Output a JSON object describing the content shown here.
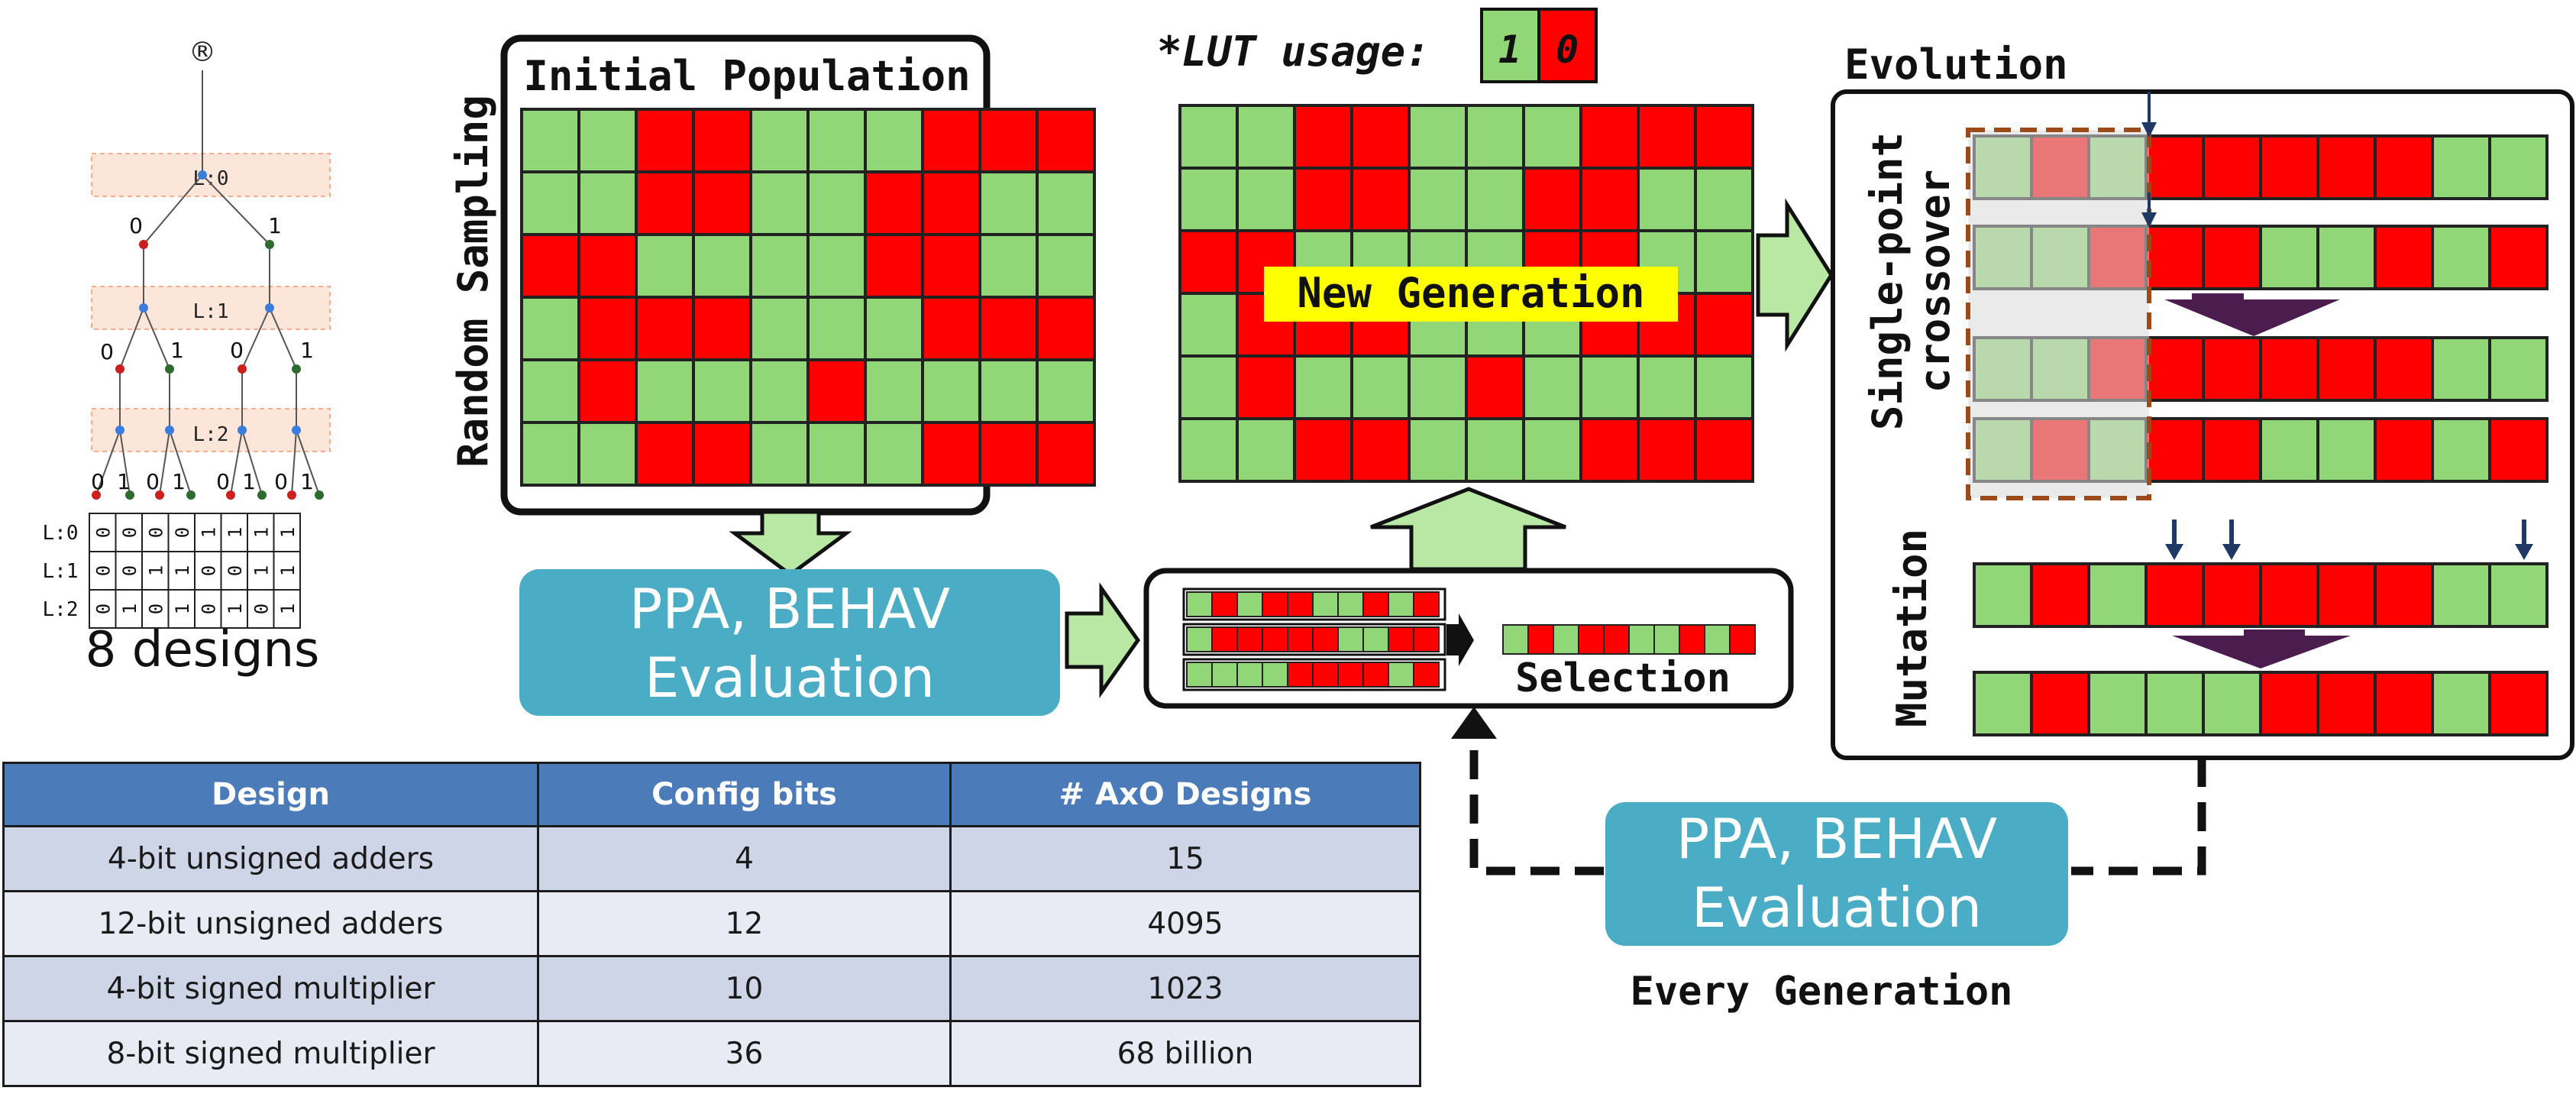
{
  "colors": {
    "lut_used": "#92d777",
    "lut_unused": "#ff0000",
    "cell_border": "#222222",
    "eval_box": "#4bacc6",
    "arrow_fill": "#b9e8a5",
    "arrow_stroke": "#111111",
    "merge_arrow": "#4b1d4f",
    "mutation_marker": "#1f3864",
    "label_bg_yellow": "#ffff00",
    "table_header": "#4b7bb9",
    "table_row_dark": "#cdd5e7",
    "table_row_light": "#e8ebf4"
  },
  "tree": {
    "root_symbol": "®",
    "level_labels": [
      "L:0",
      "L:1",
      "L:2"
    ],
    "branch_labels": [
      "0",
      "1"
    ],
    "config_rows": [
      [
        "L:0",
        "0",
        "0",
        "0",
        "0",
        "1",
        "1",
        "1",
        "1"
      ],
      [
        "L:1",
        "0",
        "0",
        "1",
        "1",
        "0",
        "0",
        "1",
        "1"
      ],
      [
        "L:2",
        "0",
        "1",
        "0",
        "1",
        "0",
        "1",
        "0",
        "1"
      ]
    ],
    "caption": "8 designs"
  },
  "initial_population": {
    "title": "Initial Population",
    "side_label": "Random Sampling",
    "grid": [
      [
        1,
        1,
        0,
        0,
        1,
        1,
        1,
        0,
        0,
        0
      ],
      [
        1,
        1,
        0,
        0,
        1,
        1,
        0,
        0,
        1,
        1
      ],
      [
        0,
        0,
        1,
        1,
        1,
        1,
        0,
        0,
        1,
        1
      ],
      [
        1,
        0,
        0,
        0,
        1,
        1,
        1,
        0,
        0,
        0
      ],
      [
        1,
        0,
        1,
        1,
        1,
        0,
        1,
        1,
        1,
        1
      ],
      [
        1,
        1,
        0,
        0,
        1,
        1,
        1,
        0,
        0,
        0
      ]
    ]
  },
  "lut_usage": {
    "label": "*LUT usage:",
    "used": "1",
    "unused": "0"
  },
  "new_generation": {
    "label": "New Generation",
    "grid": [
      [
        1,
        1,
        0,
        0,
        1,
        1,
        1,
        0,
        0,
        0
      ],
      [
        1,
        1,
        0,
        0,
        1,
        1,
        0,
        0,
        1,
        1
      ],
      [
        0,
        0,
        1,
        1,
        1,
        1,
        0,
        0,
        1,
        1
      ],
      [
        1,
        0,
        0,
        0,
        1,
        1,
        1,
        0,
        0,
        0
      ],
      [
        1,
        0,
        1,
        1,
        1,
        0,
        1,
        1,
        1,
        1
      ],
      [
        1,
        1,
        0,
        0,
        1,
        1,
        1,
        0,
        0,
        0
      ]
    ]
  },
  "evaluation": {
    "line1": "PPA, BEHAV",
    "line2": "Evaluation"
  },
  "selection": {
    "label": "Selection",
    "parents": [
      [
        1,
        0,
        1,
        0,
        0,
        1,
        1,
        0,
        1,
        0
      ],
      [
        1,
        0,
        0,
        0,
        0,
        0,
        1,
        1,
        0,
        0
      ],
      [
        1,
        1,
        1,
        1,
        0,
        0,
        0,
        0,
        1,
        0
      ]
    ],
    "result": [
      1,
      0,
      1,
      0,
      0,
      1,
      1,
      0,
      1,
      0
    ]
  },
  "evolution": {
    "title": "Evolution",
    "crossover_label_line1": "Single-point",
    "crossover_label_line2": "crossover",
    "mutation_label": "Mutation",
    "crossover_rows": [
      [
        1,
        0,
        1,
        0,
        0,
        0,
        0,
        0,
        1,
        1
      ],
      [
        1,
        1,
        0,
        0,
        0,
        1,
        1,
        0,
        1,
        0
      ],
      [
        1,
        1,
        0,
        0,
        0,
        0,
        0,
        0,
        1,
        1
      ],
      [
        1,
        0,
        1,
        0,
        0,
        1,
        1,
        0,
        1,
        0
      ]
    ],
    "mutation_rows": [
      [
        1,
        0,
        1,
        0,
        0,
        0,
        0,
        0,
        1,
        1
      ],
      [
        1,
        0,
        1,
        1,
        1,
        0,
        0,
        0,
        1,
        0
      ]
    ]
  },
  "every_generation": "Every Generation",
  "table": {
    "headers": [
      "Design",
      "Config bits",
      "# AxO Designs"
    ],
    "rows": [
      [
        "4-bit unsigned adders",
        "4",
        "15"
      ],
      [
        "12-bit unsigned adders",
        "12",
        "4095"
      ],
      [
        "4-bit signed multiplier",
        "10",
        "1023"
      ],
      [
        "8-bit signed multiplier",
        "36",
        "68 billion"
      ]
    ]
  }
}
